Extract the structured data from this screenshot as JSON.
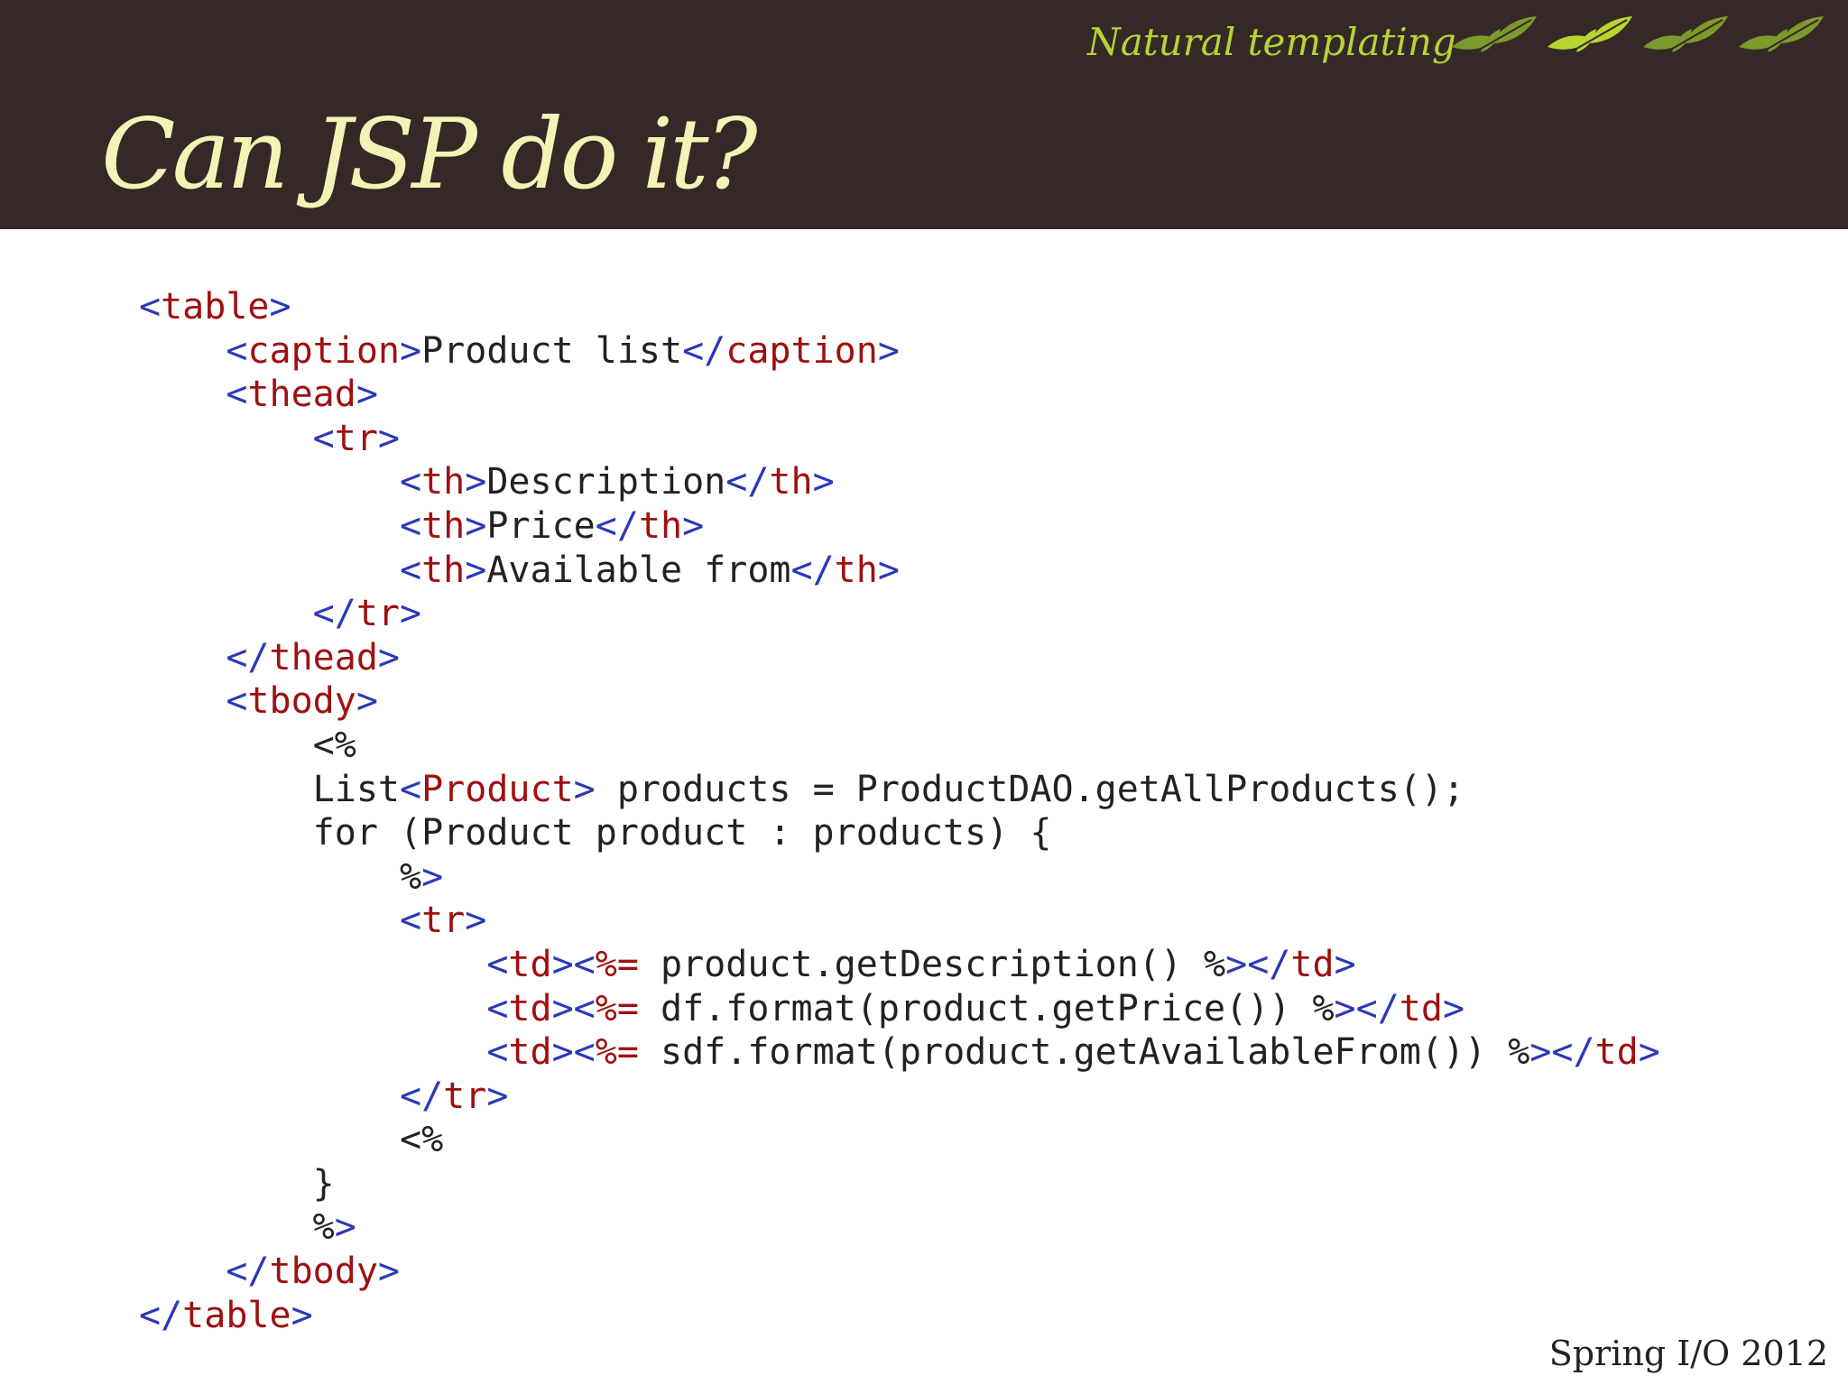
{
  "header": {
    "section_title": "Natural templating",
    "slide_title": "Can JSP do it?",
    "leaf_icons": [
      "leaf-sprig-icon",
      "leaf-sprig-icon",
      "leaf-sprig-icon",
      "leaf-sprig-icon"
    ],
    "leaf_colors": [
      "#7d9a2c",
      "#b9d430",
      "#7d9a2c",
      "#7d9a2c"
    ]
  },
  "code_lines": [
    [
      {
        "k": "p",
        "v": "<"
      },
      {
        "k": "t",
        "v": "table"
      },
      {
        "k": "p",
        "v": ">"
      }
    ],
    [
      {
        "k": "c",
        "v": "    "
      },
      {
        "k": "p",
        "v": "<"
      },
      {
        "k": "t",
        "v": "caption"
      },
      {
        "k": "p",
        "v": ">"
      },
      {
        "k": "c",
        "v": "Product list"
      },
      {
        "k": "p",
        "v": "</"
      },
      {
        "k": "t",
        "v": "caption"
      },
      {
        "k": "p",
        "v": ">"
      }
    ],
    [
      {
        "k": "c",
        "v": "    "
      },
      {
        "k": "p",
        "v": "<"
      },
      {
        "k": "t",
        "v": "thead"
      },
      {
        "k": "p",
        "v": ">"
      }
    ],
    [
      {
        "k": "c",
        "v": "        "
      },
      {
        "k": "p",
        "v": "<"
      },
      {
        "k": "t",
        "v": "tr"
      },
      {
        "k": "p",
        "v": ">"
      }
    ],
    [
      {
        "k": "c",
        "v": "            "
      },
      {
        "k": "p",
        "v": "<"
      },
      {
        "k": "t",
        "v": "th"
      },
      {
        "k": "p",
        "v": ">"
      },
      {
        "k": "c",
        "v": "Description"
      },
      {
        "k": "p",
        "v": "</"
      },
      {
        "k": "t",
        "v": "th"
      },
      {
        "k": "p",
        "v": ">"
      }
    ],
    [
      {
        "k": "c",
        "v": "            "
      },
      {
        "k": "p",
        "v": "<"
      },
      {
        "k": "t",
        "v": "th"
      },
      {
        "k": "p",
        "v": ">"
      },
      {
        "k": "c",
        "v": "Price"
      },
      {
        "k": "p",
        "v": "</"
      },
      {
        "k": "t",
        "v": "th"
      },
      {
        "k": "p",
        "v": ">"
      }
    ],
    [
      {
        "k": "c",
        "v": "            "
      },
      {
        "k": "p",
        "v": "<"
      },
      {
        "k": "t",
        "v": "th"
      },
      {
        "k": "p",
        "v": ">"
      },
      {
        "k": "c",
        "v": "Available from"
      },
      {
        "k": "p",
        "v": "</"
      },
      {
        "k": "t",
        "v": "th"
      },
      {
        "k": "p",
        "v": ">"
      }
    ],
    [
      {
        "k": "c",
        "v": "        "
      },
      {
        "k": "p",
        "v": "</"
      },
      {
        "k": "t",
        "v": "tr"
      },
      {
        "k": "p",
        "v": ">"
      }
    ],
    [
      {
        "k": "c",
        "v": "    "
      },
      {
        "k": "p",
        "v": "</"
      },
      {
        "k": "t",
        "v": "thead"
      },
      {
        "k": "p",
        "v": ">"
      }
    ],
    [
      {
        "k": "c",
        "v": "    "
      },
      {
        "k": "p",
        "v": "<"
      },
      {
        "k": "t",
        "v": "tbody"
      },
      {
        "k": "p",
        "v": ">"
      }
    ],
    [
      {
        "k": "c",
        "v": "        <%"
      }
    ],
    [
      {
        "k": "c",
        "v": "        List"
      },
      {
        "k": "p",
        "v": "<"
      },
      {
        "k": "t",
        "v": "Product"
      },
      {
        "k": "p",
        "v": ">"
      },
      {
        "k": "c",
        "v": " products = ProductDAO.getAllProducts();"
      }
    ],
    [
      {
        "k": "c",
        "v": "        for (Product product : products) {"
      }
    ],
    [
      {
        "k": "c",
        "v": "            %"
      },
      {
        "k": "p",
        "v": ">"
      }
    ],
    [
      {
        "k": "c",
        "v": "            "
      },
      {
        "k": "p",
        "v": "<"
      },
      {
        "k": "t",
        "v": "tr"
      },
      {
        "k": "p",
        "v": ">"
      }
    ],
    [
      {
        "k": "c",
        "v": "                "
      },
      {
        "k": "p",
        "v": "<"
      },
      {
        "k": "t",
        "v": "td"
      },
      {
        "k": "p",
        "v": "><"
      },
      {
        "k": "t",
        "v": "%="
      },
      {
        "k": "c",
        "v": " product.getDescription() %"
      },
      {
        "k": "p",
        "v": "></"
      },
      {
        "k": "t",
        "v": "td"
      },
      {
        "k": "p",
        "v": ">"
      }
    ],
    [
      {
        "k": "c",
        "v": "                "
      },
      {
        "k": "p",
        "v": "<"
      },
      {
        "k": "t",
        "v": "td"
      },
      {
        "k": "p",
        "v": "><"
      },
      {
        "k": "t",
        "v": "%="
      },
      {
        "k": "c",
        "v": " df.format(product.getPrice()) %"
      },
      {
        "k": "p",
        "v": "></"
      },
      {
        "k": "t",
        "v": "td"
      },
      {
        "k": "p",
        "v": ">"
      }
    ],
    [
      {
        "k": "c",
        "v": "                "
      },
      {
        "k": "p",
        "v": "<"
      },
      {
        "k": "t",
        "v": "td"
      },
      {
        "k": "p",
        "v": "><"
      },
      {
        "k": "t",
        "v": "%="
      },
      {
        "k": "c",
        "v": " sdf.format(product.getAvailableFrom()) %"
      },
      {
        "k": "p",
        "v": "></"
      },
      {
        "k": "t",
        "v": "td"
      },
      {
        "k": "p",
        "v": ">"
      }
    ],
    [
      {
        "k": "c",
        "v": "            "
      },
      {
        "k": "p",
        "v": "</"
      },
      {
        "k": "t",
        "v": "tr"
      },
      {
        "k": "p",
        "v": ">"
      }
    ],
    [
      {
        "k": "c",
        "v": "            <%"
      }
    ],
    [
      {
        "k": "c",
        "v": "        }"
      }
    ],
    [
      {
        "k": "c",
        "v": "        %"
      },
      {
        "k": "p",
        "v": ">"
      }
    ],
    [
      {
        "k": "c",
        "v": "    "
      },
      {
        "k": "p",
        "v": "</"
      },
      {
        "k": "t",
        "v": "tbody"
      },
      {
        "k": "p",
        "v": ">"
      }
    ],
    [
      {
        "k": "p",
        "v": "</"
      },
      {
        "k": "t",
        "v": "table"
      },
      {
        "k": "p",
        "v": ">"
      }
    ]
  ],
  "footer": {
    "event_label": "Spring I/O 2012"
  }
}
